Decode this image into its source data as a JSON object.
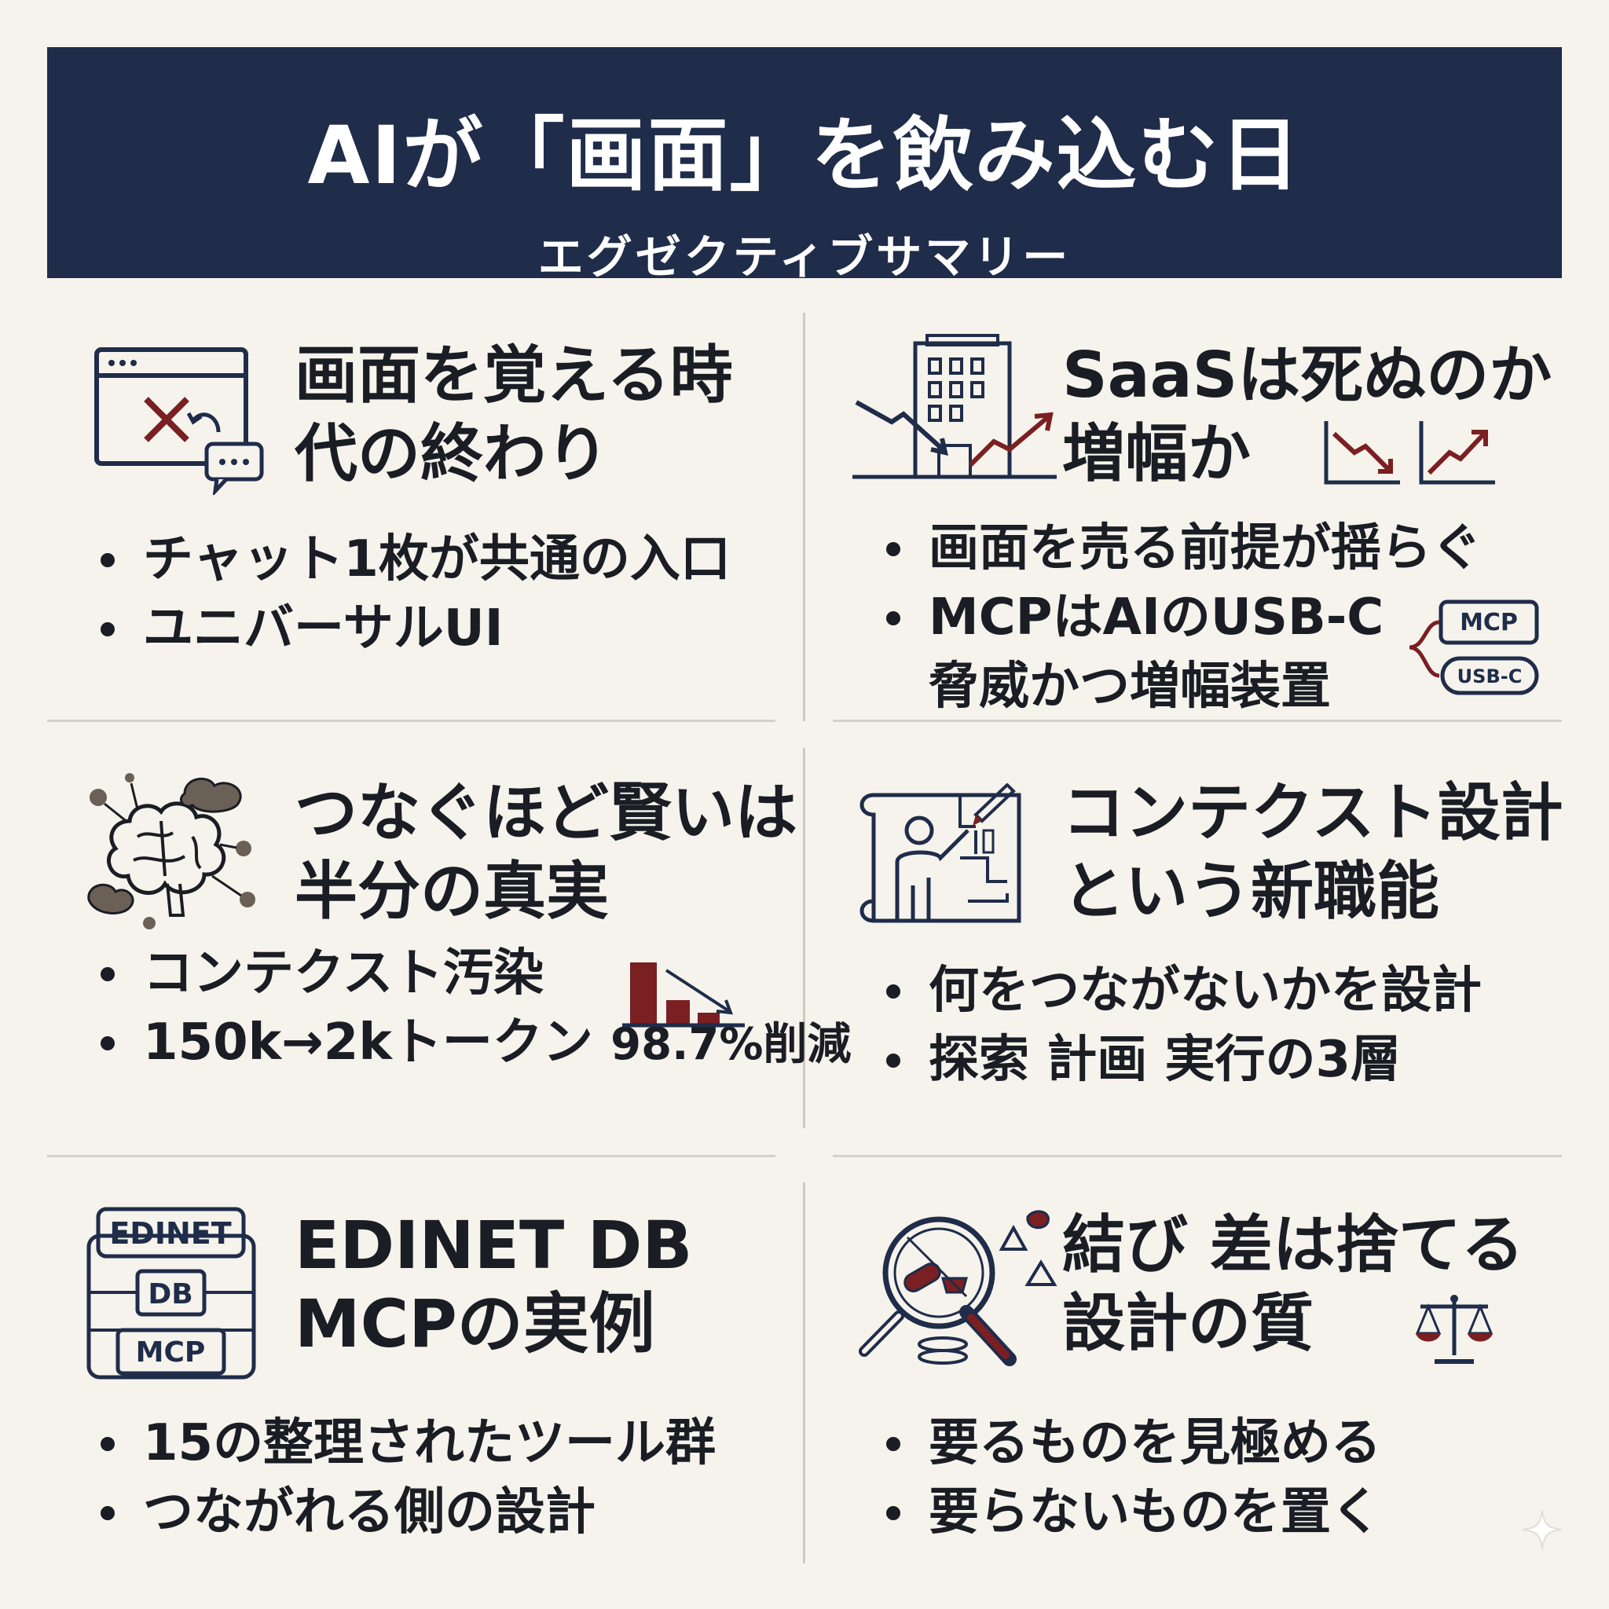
{
  "header": {
    "title": "AIが「画面」を飲み込む日",
    "subtitle": "エグゼクティブサマリー"
  },
  "panels": [
    {
      "title_lines": [
        "画面を覚える時",
        "代の終わり"
      ],
      "bullets": [
        "チャット1枚が共通の入口",
        "ユニバーサルUI"
      ]
    },
    {
      "title_lines": [
        "SaaSは死ぬのか",
        "増幅か"
      ],
      "bullets": [
        "画面を売る前提が揺らぐ",
        "MCPはAIのUSB-C",
        "脅威かつ増幅装置"
      ],
      "badges": [
        "MCP",
        "USB-C"
      ]
    },
    {
      "title_lines": [
        "つなぐほど賢いは",
        "半分の真実"
      ],
      "bullets": [
        "コンテクスト汚染",
        "150k→2kトークン",
        "98.7%削減"
      ]
    },
    {
      "title_lines": [
        "コンテクスト設計",
        "という新職能"
      ],
      "bullets": [
        "何をつながないかを設計",
        "探索 計画 実行の3層"
      ]
    },
    {
      "title_lines": [
        "EDINET DB",
        "MCPの実例"
      ],
      "bullets": [
        "15の整理されたツール群",
        "つながれる側の設計"
      ],
      "stack": [
        "EDINET",
        "DB",
        "MCP"
      ]
    },
    {
      "title_lines": [
        "結び 差は捨てる",
        "設計の質"
      ],
      "bullets": [
        "要るものを見極める",
        "要らないものを置く"
      ]
    }
  ],
  "colors": {
    "navy": "#1f2c4a",
    "accent": "#7a1f22",
    "ink": "#1a1d24",
    "background": "#f6f3ec"
  }
}
